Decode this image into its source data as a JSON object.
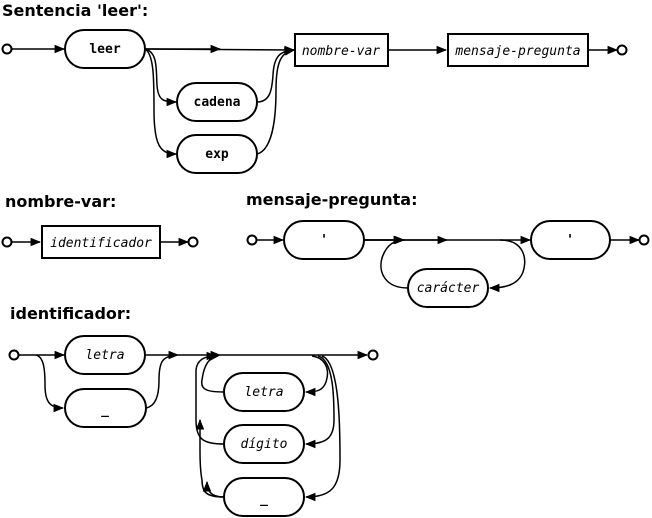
{
  "leer": {
    "title": "Sentencia 'leer':",
    "kw_leer": "leer",
    "kw_cadena": "cadena",
    "kw_exp": "exp",
    "nt_nombre_var": "nombre-var",
    "nt_mensaje_pregunta": "mensaje-pregunta"
  },
  "nombre_var": {
    "title": "nombre-var:",
    "nt_identificador": "identificador"
  },
  "mensaje_pregunta": {
    "title": "mensaje-pregunta:",
    "kw_quote_open": "'",
    "kw_quote_close": "'",
    "nt_caracter": "carácter"
  },
  "identificador": {
    "title": "identificador:",
    "nt_letra_1": "letra",
    "kw_underscore_1": "_",
    "nt_letra_2": "letra",
    "nt_digito": "dígito",
    "kw_underscore_2": "_"
  }
}
